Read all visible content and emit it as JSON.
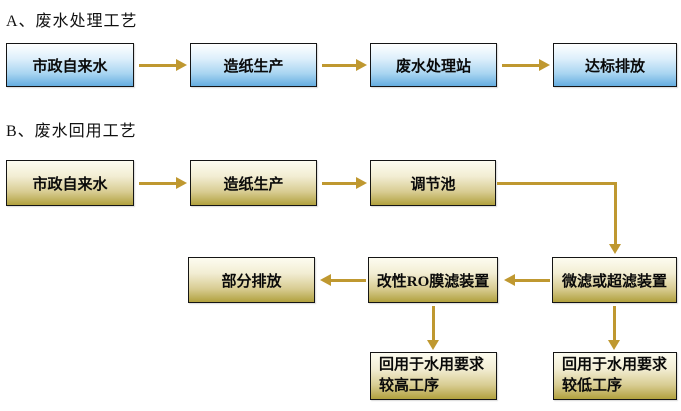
{
  "titles": {
    "section_a": "A、废水处理工艺",
    "section_b": "B、废水回用工艺"
  },
  "colors": {
    "arrow": "#bf9830",
    "blue_box_top": "#feffff",
    "blue_box_bottom": "#66ade0",
    "gold_box_top": "#fdfcf0",
    "gold_box_bottom": "#b1a13e",
    "border": "#151515",
    "background": "#ffffff"
  },
  "flow_a": {
    "boxes": [
      {
        "label": "市政自来水"
      },
      {
        "label": "造纸生产"
      },
      {
        "label": "废水处理站"
      },
      {
        "label": "达标排放"
      }
    ]
  },
  "flow_b": {
    "boxes": [
      {
        "label": "市政自来水"
      },
      {
        "label": "造纸生产"
      },
      {
        "label": "调节池"
      },
      {
        "label": "部分排放"
      },
      {
        "label": "改性RO膜滤装置"
      },
      {
        "label": "微滤或超滤装置"
      },
      {
        "line1": "回用于水用要求",
        "line2": "较高工序"
      },
      {
        "line1": "回用于水用要求",
        "line2": "较低工序"
      }
    ]
  }
}
